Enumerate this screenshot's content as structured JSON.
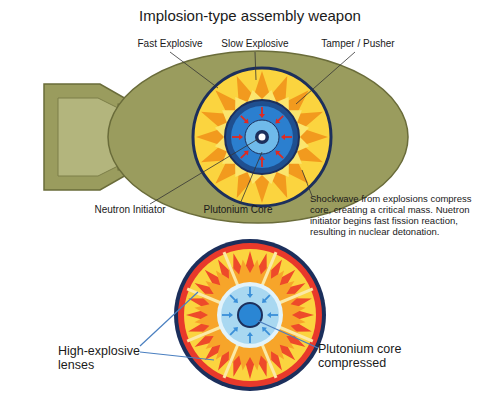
{
  "diagram": {
    "title": "Implosion-type assembly weapon",
    "labels": [
      "Fast Explosive",
      "Slow Explosive",
      "Tamper / Pusher",
      "Neutron Initiator",
      "Plutonium Core",
      "Shockwave from explosions compress core, creating a critical mass. Nuetron initiator begins fast fission reaction, resulting in nuclear detonation.",
      "High-explosive lenses",
      "Plutonium core compressed"
    ]
  }
}
